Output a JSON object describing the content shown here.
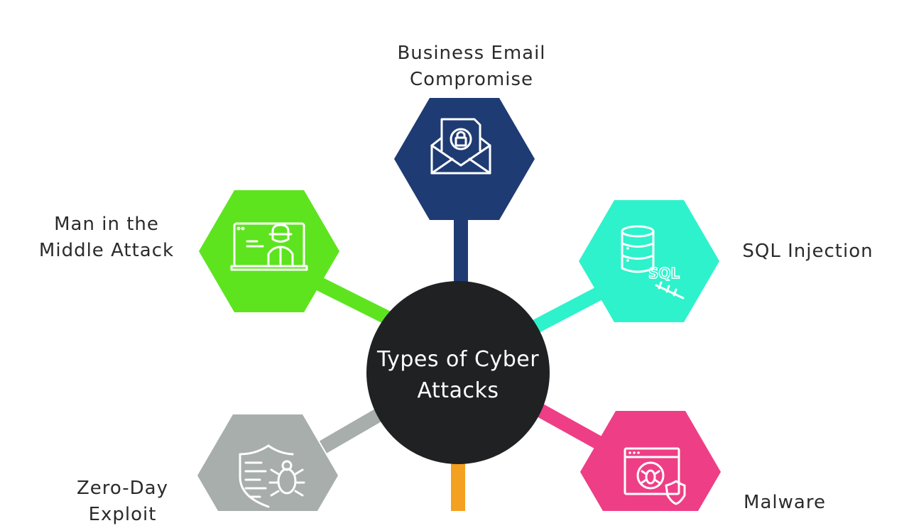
{
  "center": {
    "line1": "Types of Cyber",
    "line2": "Attacks"
  },
  "nodes": {
    "bec": {
      "line1": "Business Email",
      "line2": "Compromise",
      "color": "#1f3b73",
      "icon": "locked-envelope-icon"
    },
    "sql": {
      "line1": "SQL Injection",
      "color": "#2ef2cc",
      "icon": "sql-database-icon",
      "icon_text": "SQL"
    },
    "mitm": {
      "line1": "Man in the",
      "line2": "Middle Attack",
      "color": "#5de41f",
      "icon": "hacker-laptop-icon"
    },
    "zero": {
      "line1": "Zero-Day",
      "line2": "Exploit",
      "color": "#a7aeab",
      "icon": "shield-bug-icon"
    },
    "malw": {
      "line1": "Malware",
      "color": "#ee3e86",
      "icon": "browser-bug-icon"
    },
    "bottom": {
      "color": "#f4a020"
    }
  },
  "center_color": "#1f2123"
}
